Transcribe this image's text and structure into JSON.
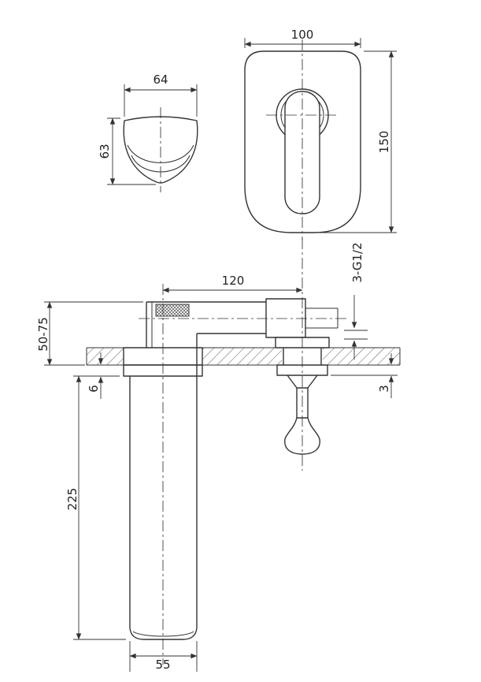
{
  "drawing": {
    "type": "technical-dimension-drawing",
    "colors": {
      "line": "#333333",
      "background": "#ffffff"
    }
  },
  "views": {
    "spout_front": {
      "width_mm": "64",
      "height_mm": "63"
    },
    "plate_front": {
      "width_mm": "100",
      "height_mm": "150"
    },
    "installation": {
      "center_distance_mm": "120",
      "thread_callout": "3-G1/2",
      "wall_depth_range_mm": "50-75",
      "spout_plate_offset_mm": "6",
      "valve_plate_offset_mm": "3",
      "spout_drop_mm": "225",
      "spout_depth_mm": "55"
    }
  }
}
